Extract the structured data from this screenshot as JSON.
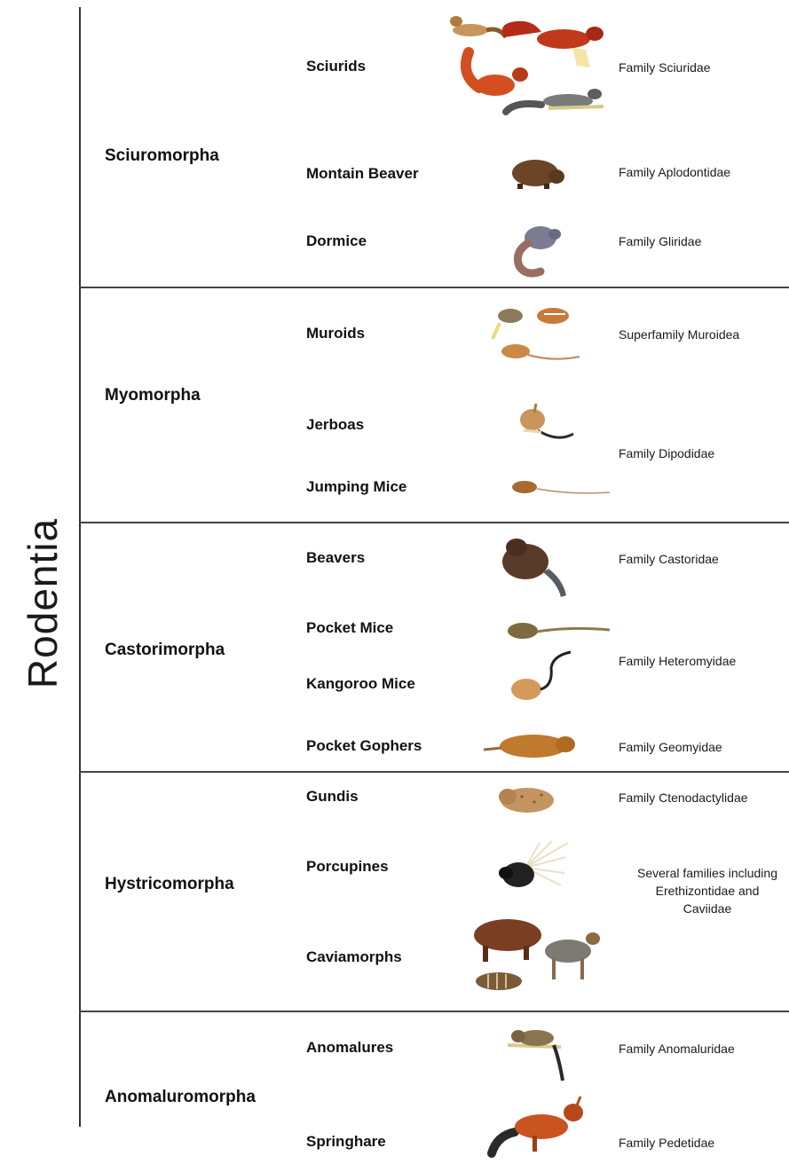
{
  "title": "Rodentia",
  "suborders": [
    {
      "name": "Sciuromorpha",
      "groups": [
        {
          "name": "Sciurids",
          "family": "Family Sciuridae"
        },
        {
          "name": "Montain Beaver",
          "family": "Family Aplodontidae"
        },
        {
          "name": "Dormice",
          "family": "Family Gliridae"
        }
      ]
    },
    {
      "name": "Myomorpha",
      "groups": [
        {
          "name": "Muroids",
          "family": "Superfamily Muroidea"
        },
        {
          "name": "Jerboas"
        },
        {
          "name": "Jumping Mice"
        }
      ],
      "shared_family": "Family Dipodidae"
    },
    {
      "name": "Castorimorpha",
      "groups": [
        {
          "name": "Beavers",
          "family": "Family Castoridae"
        },
        {
          "name": "Pocket Mice"
        },
        {
          "name": "Kangoroo Mice"
        },
        {
          "name": "Pocket Gophers",
          "family": "Family Geomyidae"
        }
      ],
      "shared_family": "Family Heteromyidae"
    },
    {
      "name": "Hystricomorpha",
      "groups": [
        {
          "name": "Gundis",
          "family": "Family Ctenodactylidae"
        },
        {
          "name": "Porcupines"
        },
        {
          "name": "Caviamorphs"
        }
      ],
      "shared_family": "Several families including Erethizontidae and Caviidae"
    },
    {
      "name": "Anomaluromorpha",
      "groups": [
        {
          "name": "Anomalures",
          "family": "Family Anomaluridae"
        },
        {
          "name": "Springhare",
          "family": "Family Pedetidae"
        }
      ]
    }
  ],
  "colors": {
    "rule": "#444444",
    "squirrel_red": "#c0391b",
    "rodent_brown": "#8a5a2b",
    "sandy": "#c9955a",
    "grey": "#6f6f6f"
  }
}
